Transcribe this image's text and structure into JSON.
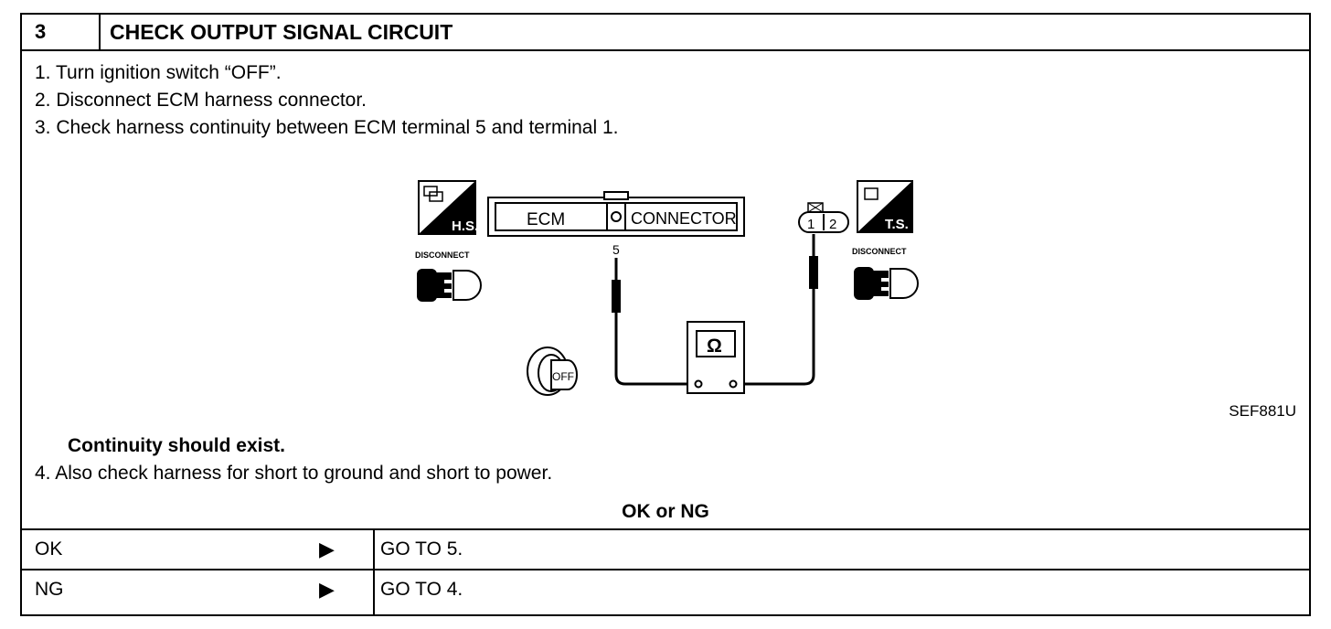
{
  "header": {
    "step_number": "3",
    "title": "CHECK OUTPUT SIGNAL CIRCUIT"
  },
  "steps": [
    "1.  Turn ignition switch “OFF”.",
    "2.  Disconnect ECM harness connector.",
    "3.  Check harness continuity between ECM terminal 5 and terminal 1."
  ],
  "diagram": {
    "hs_label": "H.S.",
    "ts_label": "T.S.",
    "disconnect_left": "DISCONNECT",
    "disconnect_right": "DISCONNECT",
    "ecm_label": "ECM",
    "connector_label": "CONNECTOR",
    "terminal_left": "5",
    "terminal_right_1": "1",
    "terminal_right_2": "2",
    "meter_symbol": "Ω",
    "key_label": "OFF",
    "figure_id": "SEF881U"
  },
  "note": "Continuity should exist.",
  "step4": "4.  Also check harness for short to ground and short to power.",
  "ok_or_ng": "OK or NG",
  "results": [
    {
      "label": "OK",
      "arrow": "▶",
      "action": "GO TO 5."
    },
    {
      "label": "NG",
      "arrow": "▶",
      "action": "GO TO 4."
    }
  ]
}
